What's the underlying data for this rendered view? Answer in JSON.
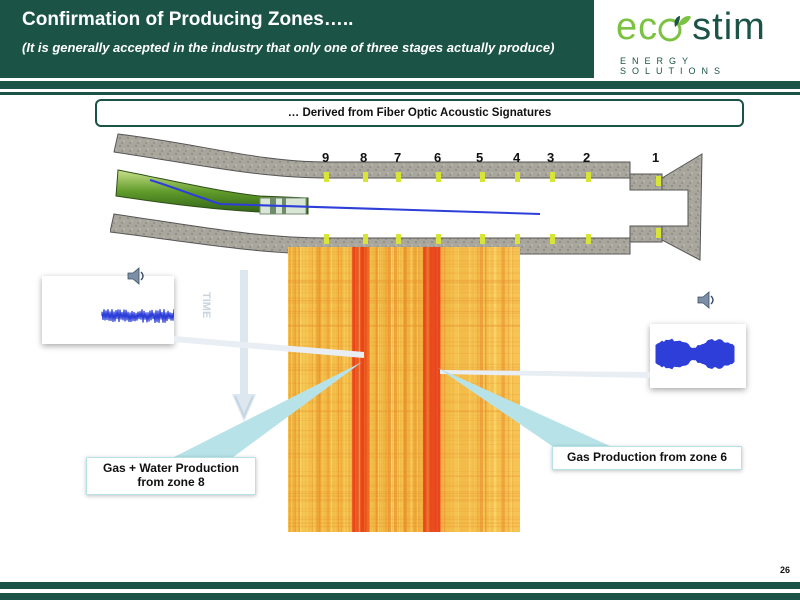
{
  "header": {
    "title": "Confirmation of Producing Zones…..",
    "subtitle": "(It is generally accepted in the industry that only  one of three stages actually produce)"
  },
  "logo": {
    "word_left": "ec",
    "word_right": "stim",
    "tagline": "ENERGY SOLUTIONS"
  },
  "banner": {
    "text": "… Derived from Fiber Optic Acoustic Signatures"
  },
  "zones": [
    "9",
    "8",
    "7",
    "6",
    "5",
    "4",
    "3",
    "2",
    "1"
  ],
  "axis": {
    "time_label": "TIME"
  },
  "callouts": {
    "left": {
      "line1": "Gas + Water Production",
      "line2": "from zone 8"
    },
    "right": {
      "text": "Gas Production from zone 6"
    }
  },
  "icons": [
    "speaker-icon",
    "speaker-icon",
    "down-arrow-icon"
  ],
  "colors": {
    "brand_dark": "#1b5447",
    "brand_green": "#7cc242",
    "packer_yellow": "#d8e436",
    "fiber_blue": "#2d3fd8",
    "callout_fill": "#b7e3e8"
  },
  "footer": {
    "page_number": "26"
  }
}
